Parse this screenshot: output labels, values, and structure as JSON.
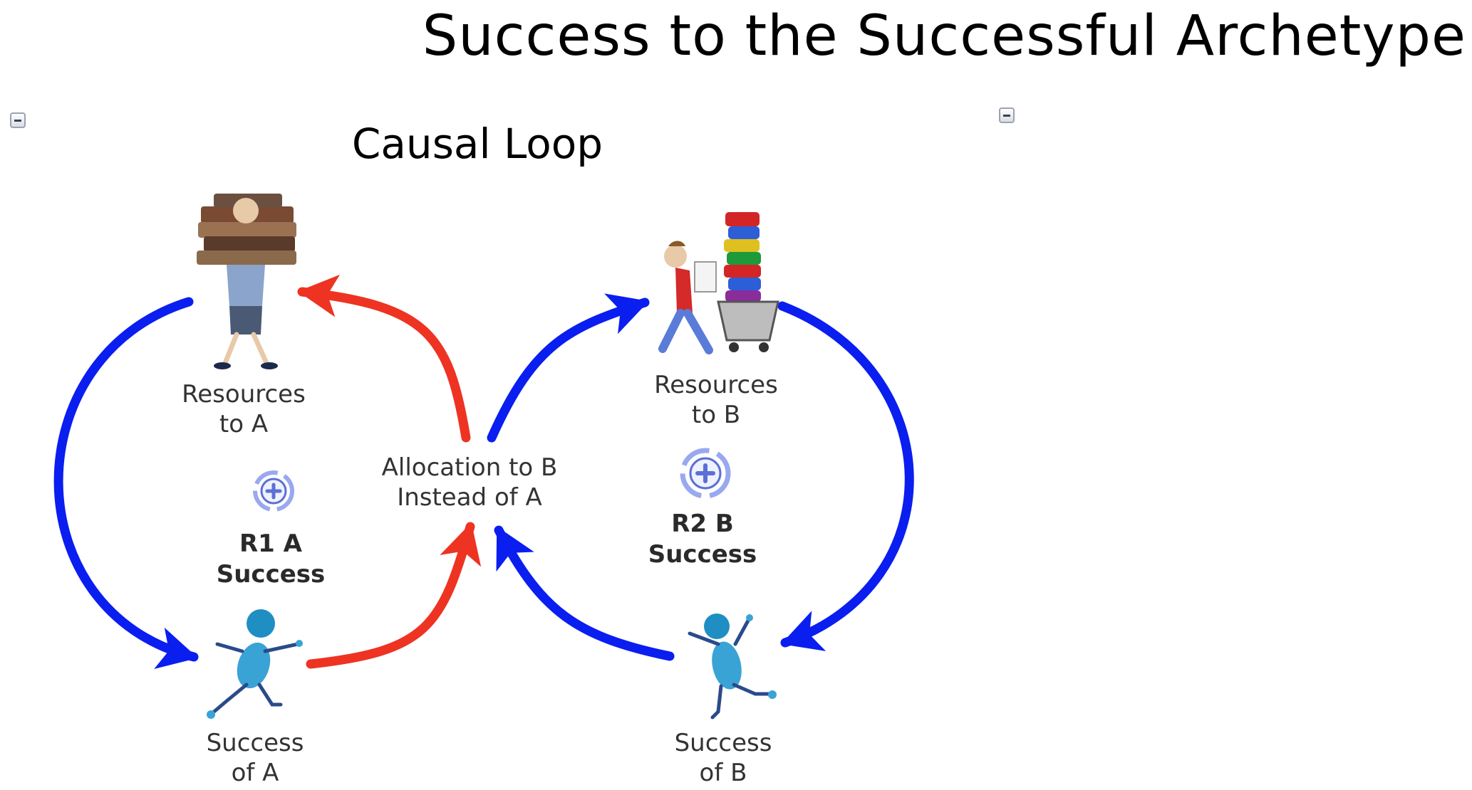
{
  "page": {
    "title": "Success to the Successful Archetype"
  },
  "section": {
    "title": "Causal Loop"
  },
  "diagram": {
    "variables": {
      "resources_a": {
        "lines": [
          "Resources",
          "to A"
        ]
      },
      "resources_b": {
        "lines": [
          "Resources",
          "to B"
        ]
      },
      "allocation": {
        "lines": [
          "Allocation to B",
          "Instead of A"
        ]
      },
      "success_a": {
        "lines": [
          "Success",
          "of A"
        ]
      },
      "success_b": {
        "lines": [
          "Success",
          "of B"
        ]
      }
    },
    "loops": {
      "r1": {
        "lines": [
          "R1  A",
          "Success"
        ],
        "polarity": "+"
      },
      "r2": {
        "lines": [
          "R2  B",
          "Success"
        ],
        "polarity": "+"
      }
    },
    "colors": {
      "positive_link": "#0a1ef0",
      "negative_link": "#ee3322",
      "loop_icon": "#5b6fd6"
    }
  }
}
